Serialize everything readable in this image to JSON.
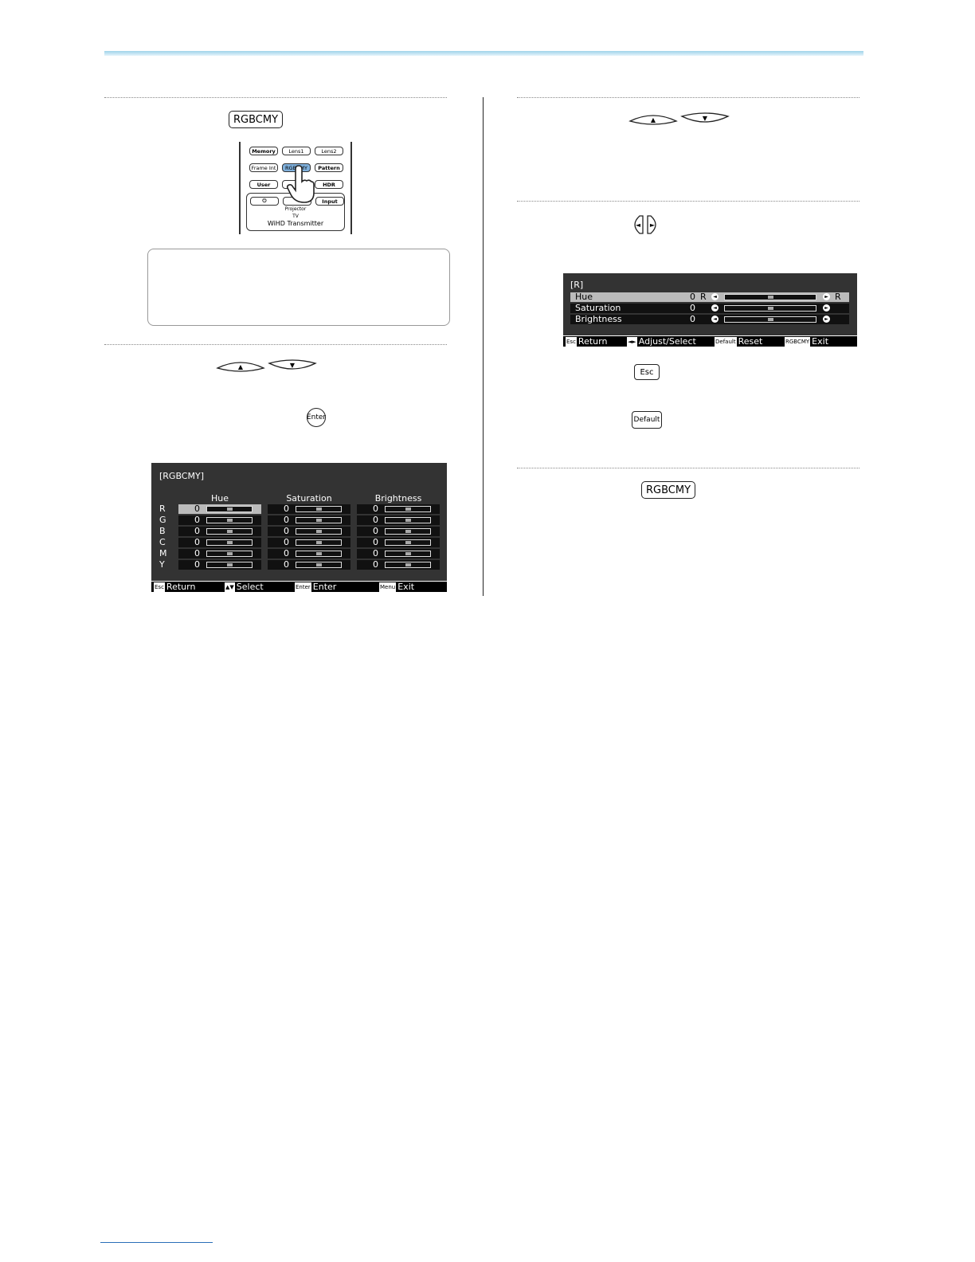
{
  "keys": {
    "rgbcmy": "RGBCMY",
    "enter": "Enter",
    "esc": "Esc",
    "default": "Default",
    "up_arrow": "▲",
    "down_arrow": "▼",
    "left_arrow": "◄",
    "right_arrow": "►"
  },
  "remote": {
    "buttons": [
      "Memory",
      "Lens1",
      "Lens2",
      "Frame Int",
      "RGBCMY",
      "Pattern",
      "User",
      "",
      "HDR",
      "⏻",
      "",
      "Input"
    ],
    "switch_top": "Projector",
    "switch_bottom": "TV",
    "wihd_label": "WiHD Transmitter"
  },
  "rgbcmy_screen": {
    "title": "[RGBCMY]",
    "columns": [
      "Hue",
      "Saturation",
      "Brightness"
    ],
    "rows": [
      "R",
      "G",
      "B",
      "C",
      "M",
      "Y"
    ],
    "values": [
      [
        "0",
        "0",
        "0"
      ],
      [
        "0",
        "0",
        "0"
      ],
      [
        "0",
        "0",
        "0"
      ],
      [
        "0",
        "0",
        "0"
      ],
      [
        "0",
        "0",
        "0"
      ],
      [
        "0",
        "0",
        "0"
      ]
    ],
    "slider_level": 0.5,
    "footer": [
      {
        "tag": "Esc",
        "label": "Return"
      },
      {
        "tag": "▲▼",
        "label": "Select"
      },
      {
        "tag": "Enter",
        "label": "Enter"
      },
      {
        "tag": "Menu",
        "label": "Exit"
      }
    ]
  },
  "r_screen": {
    "title": "[R]",
    "rows": [
      {
        "label": "Hue",
        "value": "0",
        "left_tag": "R",
        "right_tag": "R"
      },
      {
        "label": "Saturation",
        "value": "0",
        "left_tag": "",
        "right_tag": ""
      },
      {
        "label": "Brightness",
        "value": "0",
        "left_tag": "",
        "right_tag": ""
      }
    ],
    "slider_level": 0.5,
    "footer": [
      {
        "tag": "Esc",
        "label": "Return"
      },
      {
        "tag": "◄►",
        "label": "Adjust/Select"
      },
      {
        "tag": "Default",
        "label": "Reset"
      },
      {
        "tag": "RGBCMY",
        "label": "Exit"
      }
    ]
  }
}
